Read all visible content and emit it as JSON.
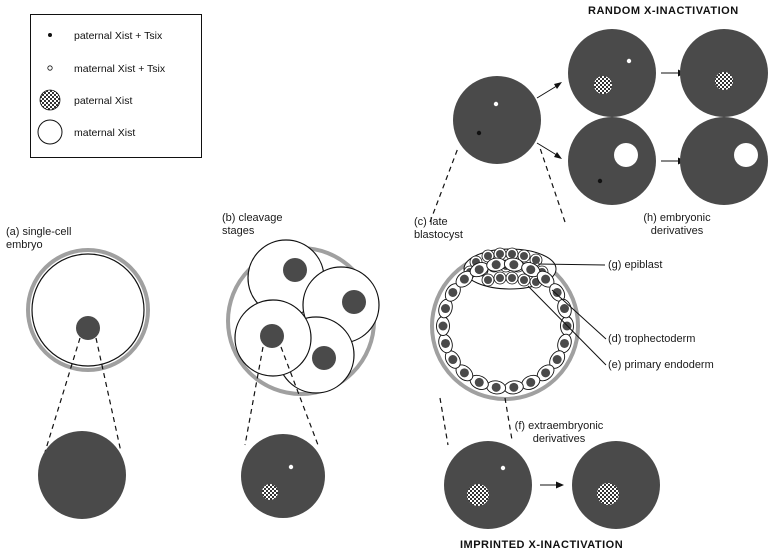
{
  "legend": {
    "items": [
      {
        "label": "paternal Xist + Tsix",
        "symbol": "small-black-dot"
      },
      {
        "label": "maternal Xist + Tsix",
        "symbol": "small-white-dot"
      },
      {
        "label": "paternal Xist",
        "symbol": "checkered-circle"
      },
      {
        "label": "maternal Xist",
        "symbol": "white-circle"
      }
    ]
  },
  "stages": {
    "a": {
      "label_line1": "(a) single-cell",
      "label_line2": "embryo"
    },
    "b": {
      "label_line1": "(b) cleavage",
      "label_line2": "stages"
    },
    "c": {
      "label_line1": "(c) late",
      "label_line2": "blastocyst"
    }
  },
  "parts": {
    "g": "(g) epiblast",
    "d": "(d) trophectoderm",
    "e": "(e) primary endoderm"
  },
  "derivatives": {
    "h": {
      "line1": "(h) embryonic",
      "line2": "derivatives"
    },
    "f": {
      "line1": "(f) extraembryonic",
      "line2": "derivatives"
    }
  },
  "titles": {
    "random": "RANDOM  X-INACTIVATION",
    "imprinted": "IMPRINTED  X-INACTIVATION"
  },
  "colors": {
    "nucleus": "#4a4a4a",
    "outline": "#a0a0a0",
    "line": "#111111"
  }
}
